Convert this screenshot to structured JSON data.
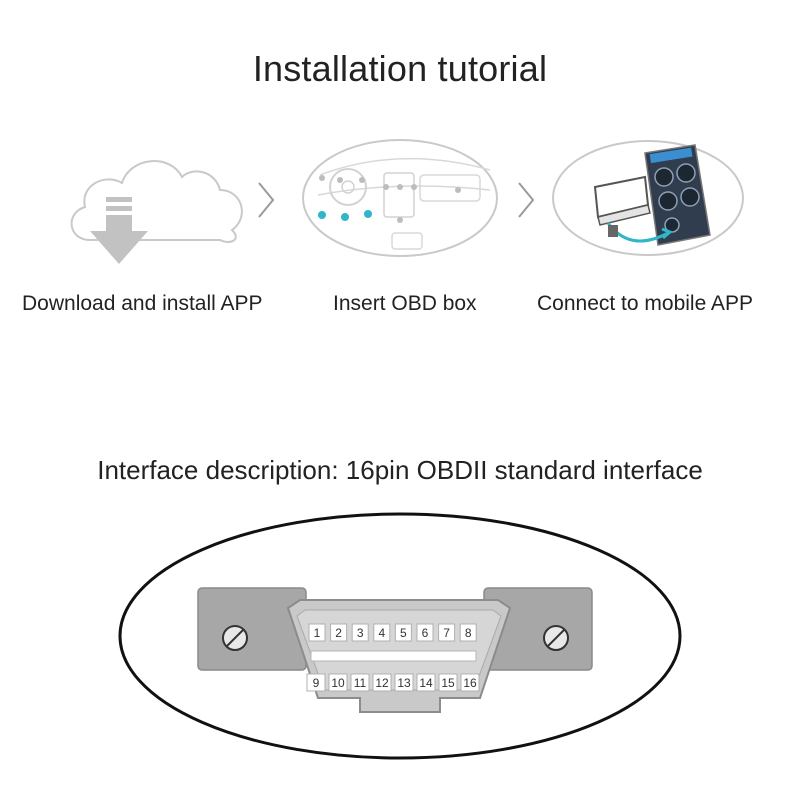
{
  "title": "Installation tutorial",
  "steps": [
    {
      "label": "Download and install APP",
      "icon": "cloud-download-icon"
    },
    {
      "label": "Insert OBD box",
      "icon": "car-dashboard-icon"
    },
    {
      "label": "Connect to mobile APP",
      "icon": "phone-obd-icon"
    }
  ],
  "interface_title": "Interface description: 16pin OBDII standard interface",
  "connector": {
    "top_pins": [
      "1",
      "2",
      "3",
      "4",
      "5",
      "6",
      "7",
      "8"
    ],
    "bottom_pins": [
      "9",
      "10",
      "11",
      "12",
      "13",
      "14",
      "15",
      "16"
    ]
  }
}
